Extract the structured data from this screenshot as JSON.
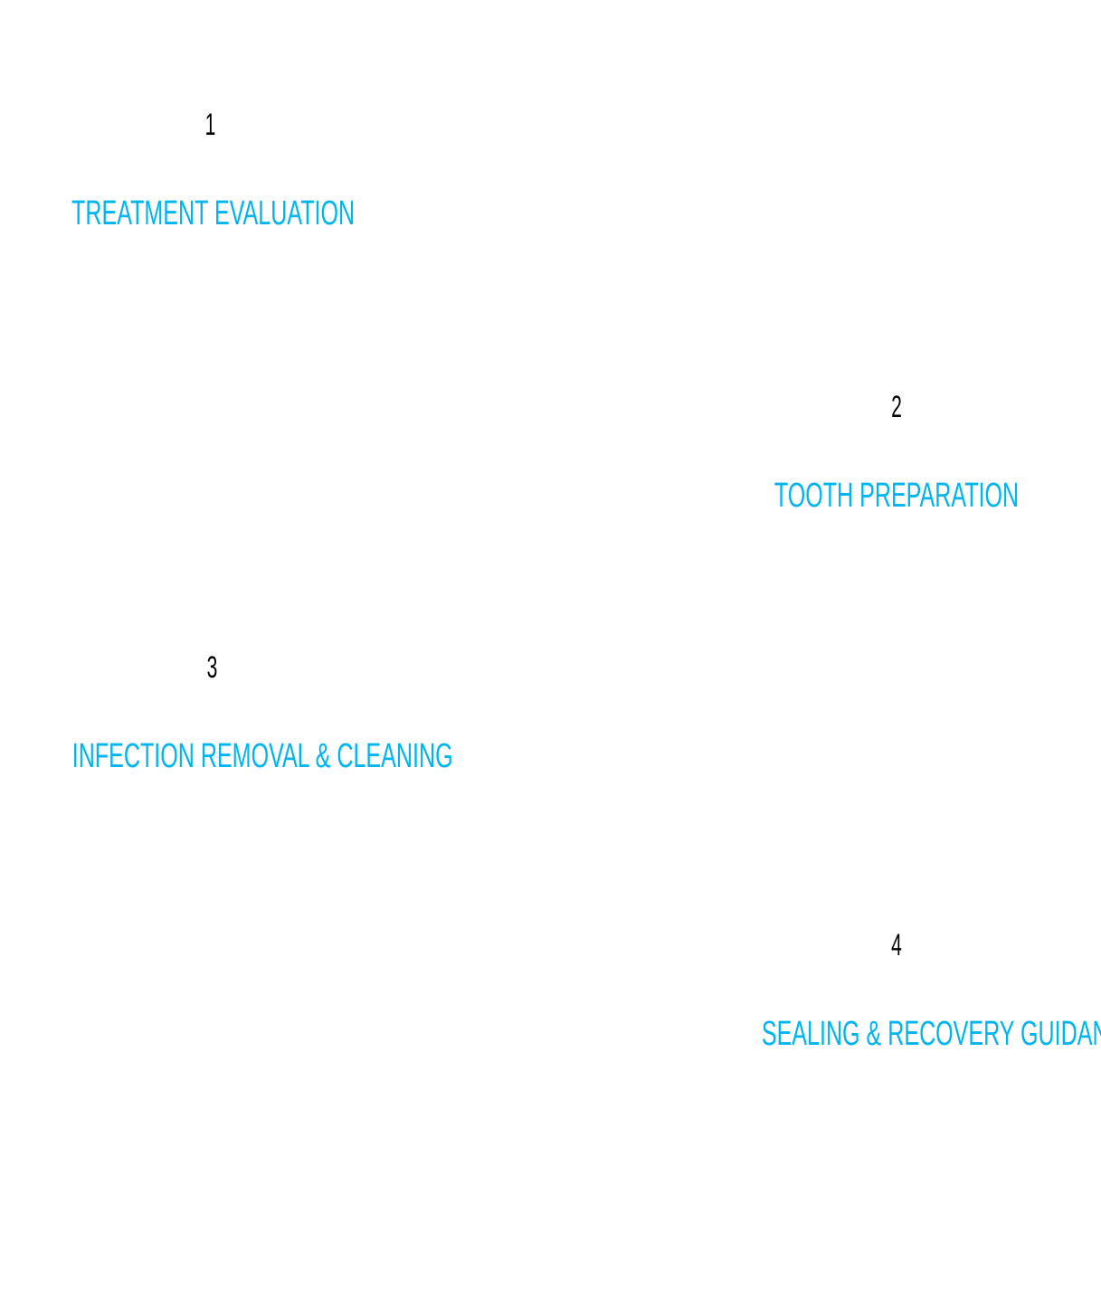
{
  "steps": [
    {
      "number": "1",
      "title": "TREATMENT EVALUATION"
    },
    {
      "number": "2",
      "title": "TOOTH PREPARATION"
    },
    {
      "number": "3",
      "title": "INFECTION REMOVAL & CLEANING"
    },
    {
      "number": "4",
      "title": "SEALING & RECOVERY GUIDANCE"
    }
  ],
  "colors": {
    "accent": "#00b4ef",
    "number": "#000000",
    "background": "#ffffff"
  }
}
